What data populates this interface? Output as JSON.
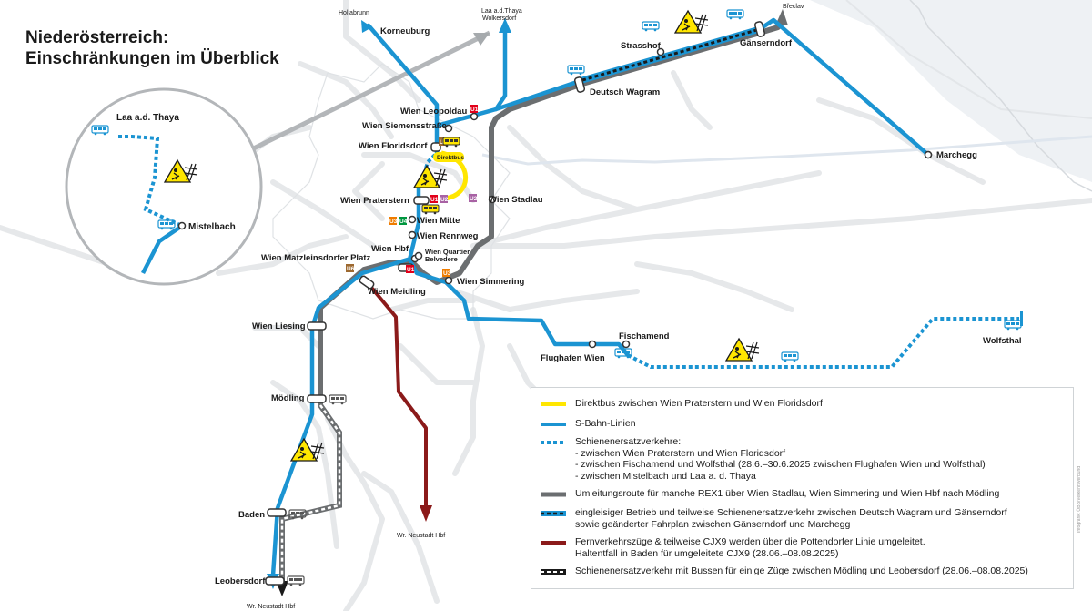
{
  "title": {
    "line1": "Niederösterreich:",
    "line2": "Einschränkungen im Überblick"
  },
  "colors": {
    "sbahn": "#1b94d2",
    "diversion": "#6b6e70",
    "longdistance": "#8b1a1a",
    "direktbus": "#ffe600",
    "background_roads": "#e6e8ea",
    "water": "#eef2f5",
    "u1": "#e2001a",
    "u2": "#a862a4",
    "u3": "#ef7c00",
    "u4": "#00963f",
    "u6": "#9d6930"
  },
  "stations": {
    "hollabrunn": "Hollabrunn",
    "korneuburg": "Korneuburg",
    "laa_wolkersdorf_1": "Laa a.d.Thaya",
    "laa_wolkersdorf_2": "Wolkersdorf",
    "breclav": "Břeclav",
    "strasshof": "Strasshof",
    "gaenserndorf": "Gänserndorf",
    "deutsch_wagram": "Deutsch Wagram",
    "marchegg": "Marchegg",
    "leopoldau": "Wien Leopoldau",
    "siemensstrasse": "Wien Siemensstraße",
    "floridsdorf": "Wien Floridsdorf",
    "praterstern": "Wien Praterstern",
    "stadlau": "Wien Stadlau",
    "mitte": "Wien Mitte",
    "rennweg": "Wien Rennweg",
    "hbf": "Wien Hbf",
    "quartier_1": "Wien Quartier",
    "quartier_2": "Belvedere",
    "matzleinsdorf": "Wien Matzleinsdorfer Platz",
    "meidling": "Wien Meidling",
    "simmering": "Wien Simmering",
    "liesing": "Wien Liesing",
    "moedling": "Mödling",
    "baden": "Baden",
    "leobersdorf": "Leobersdorf",
    "neustadt_bottom": "Wr. Neustadt Hbf",
    "neustadt_red": "Wr. Neustadt Hbf",
    "flughafen": "Flughafen Wien",
    "fischamend": "Fischamend",
    "wolfsthal": "Wolfsthal",
    "inset_laa": "Laa a.d. Thaya",
    "inset_mistelbach": "Mistelbach"
  },
  "badges": {
    "u1": "U1",
    "u2": "U2",
    "u3": "U3",
    "u4": "U4",
    "u6": "U6",
    "direktbus": "Direktbus"
  },
  "legend": {
    "items": [
      {
        "style": "yellow",
        "lines": [
          "Direktbus zwischen Wien Praterstern und Wien Floridsdorf"
        ]
      },
      {
        "style": "blue",
        "lines": [
          "S-Bahn-Linien"
        ]
      },
      {
        "style": "blue-dotted",
        "lines": [
          "Schienenersatzverkehre:",
          "- zwischen Wien Praterstern und Wien Floridsdorf",
          "- zwischen Fischamend und Wolfsthal (28.6.–30.6.2025 zwischen Flughafen Wien und Wolfsthal)",
          "- zwischen Mistelbach und Laa a. d. Thaya"
        ]
      },
      {
        "style": "grey",
        "lines": [
          "Umleitungsroute für manche REX1 über Wien Stadlau, Wien Simmering und Wien Hbf nach Mödling"
        ]
      },
      {
        "style": "blue-black",
        "lines": [
          "eingleisiger Betrieb und teilweise Schienenersatzverkehr zwischen Deutsch Wagram und Gänserndorf",
          "sowie geänderter Fahrplan zwischen Gänserndorf und Marchegg"
        ]
      },
      {
        "style": "red",
        "lines": [
          "Fernverkehrszüge & teilweise CJX9 werden über die Pottendorfer Linie umgeleitet.",
          "Haltentfall in Baden für umgeleitete CJX9 (28.06.–08.08.2025)"
        ]
      },
      {
        "style": "grey-black",
        "lines": [
          "Schienenersatzverkehr mit Bussen für einige Züge zwischen Mödling und Leobersdorf (28.06.–08.08.2025)"
        ]
      }
    ]
  },
  "credit": "Infografik: ÖBB/Verkehrsverbund"
}
